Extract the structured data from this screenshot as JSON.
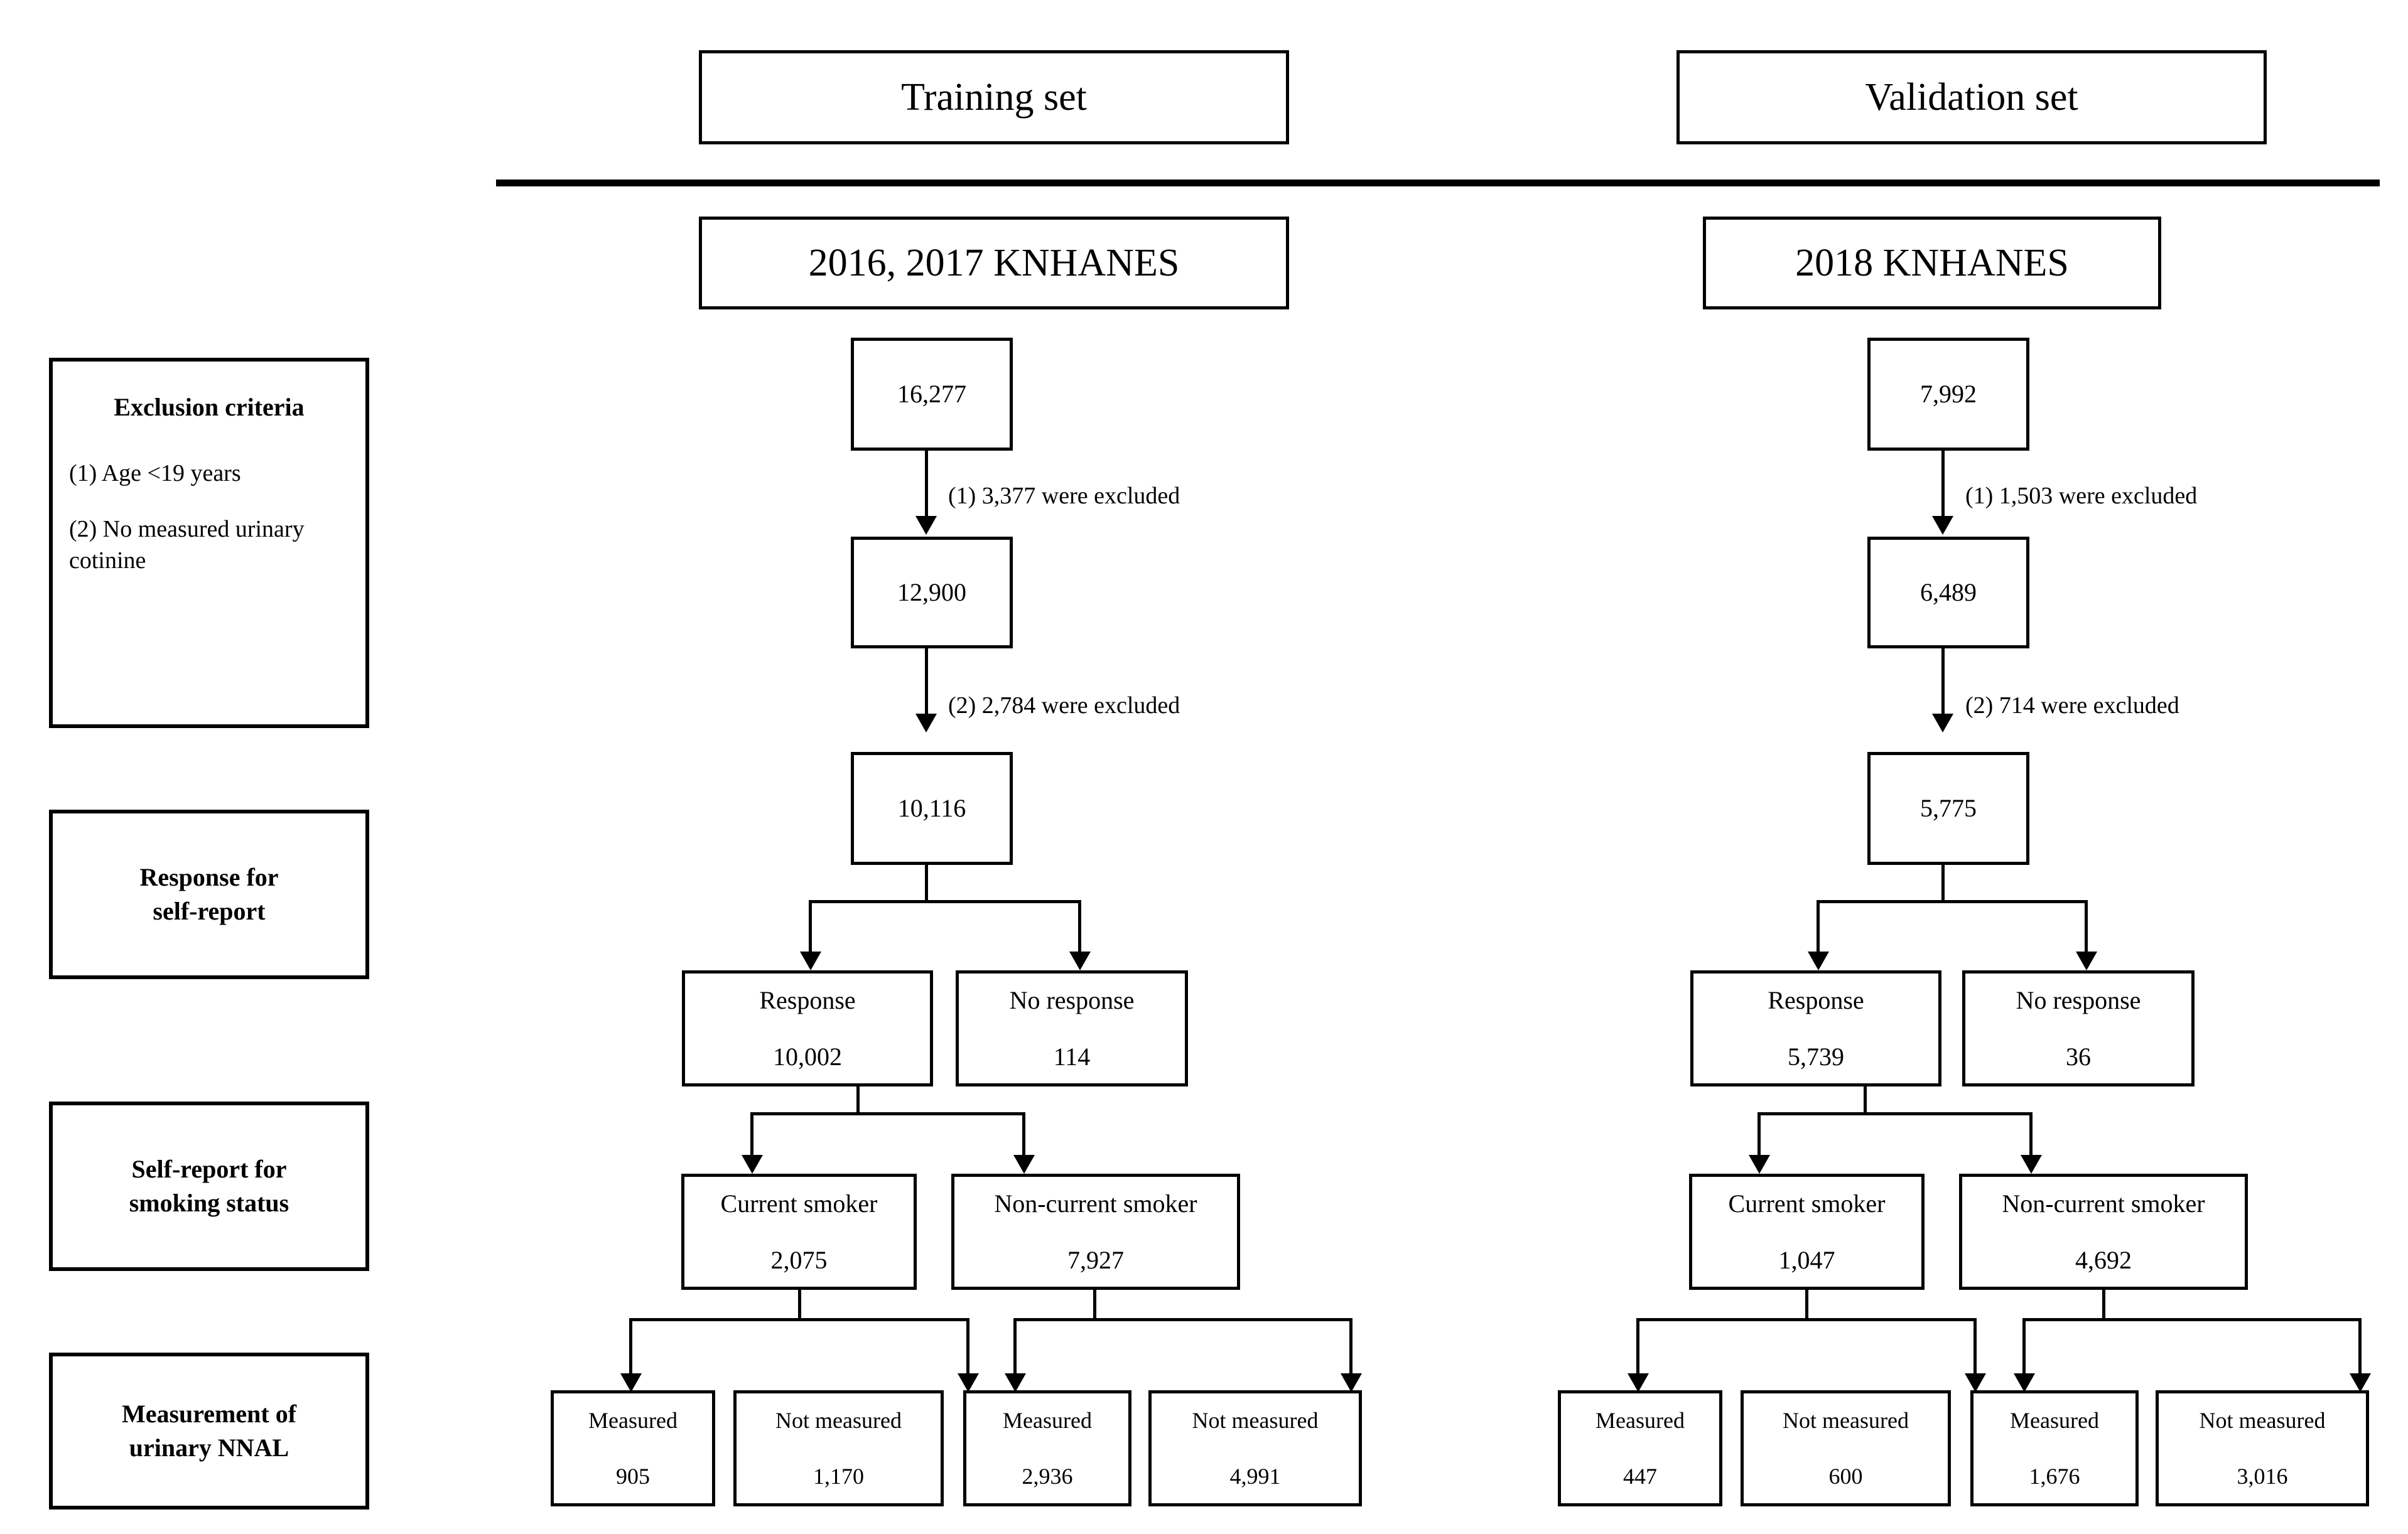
{
  "sidebar": {
    "exclusion": {
      "title": "Exclusion criteria",
      "items": [
        "(1)  Age <19 years",
        "(2)  No measured urinary cotinine"
      ]
    },
    "stages": [
      {
        "line1": "Response for",
        "line2": "self-report"
      },
      {
        "line1": "Self-report for",
        "line2": "smoking status"
      },
      {
        "line1": "Measurement of",
        "line2": "urinary NNAL"
      }
    ]
  },
  "columns": [
    {
      "header": "Training set",
      "source": "2016, 2017 KNHANES",
      "total": "16,277",
      "exclusion_1_label": "(1) 3,377 were excluded",
      "after_exclusion_1": "12,900",
      "exclusion_2_label": "(2) 2,784 were excluded",
      "after_exclusion_2": "10,116",
      "response": {
        "label": "Response",
        "value": "10,002"
      },
      "no_response": {
        "label": "No response",
        "value": "114"
      },
      "current_smoker": {
        "label": "Current smoker",
        "value": "2,075"
      },
      "non_current_smoker": {
        "label": "Non-current smoker",
        "value": "7,927"
      },
      "leaves": [
        {
          "label": "Measured",
          "value": "905"
        },
        {
          "label": "Not measured",
          "value": "1,170"
        },
        {
          "label": "Measured",
          "value": "2,936"
        },
        {
          "label": "Not measured",
          "value": "4,991"
        }
      ]
    },
    {
      "header": "Validation set",
      "source": "2018 KNHANES",
      "total": "7,992",
      "exclusion_1_label": "(1) 1,503 were excluded",
      "after_exclusion_1": "6,489",
      "exclusion_2_label": "(2) 714 were excluded",
      "after_exclusion_2": "5,775",
      "response": {
        "label": "Response",
        "value": "5,739"
      },
      "no_response": {
        "label": "No response",
        "value": "36"
      },
      "current_smoker": {
        "label": "Current smoker",
        "value": "1,047"
      },
      "non_current_smoker": {
        "label": "Non-current smoker",
        "value": "4,692"
      },
      "leaves": [
        {
          "label": "Measured",
          "value": "447"
        },
        {
          "label": "Not measured",
          "value": "600"
        },
        {
          "label": "Measured",
          "value": "1,676"
        },
        {
          "label": "Not measured",
          "value": "3,016"
        }
      ]
    }
  ],
  "colors": {
    "line": "#000000",
    "background": "#ffffff"
  }
}
